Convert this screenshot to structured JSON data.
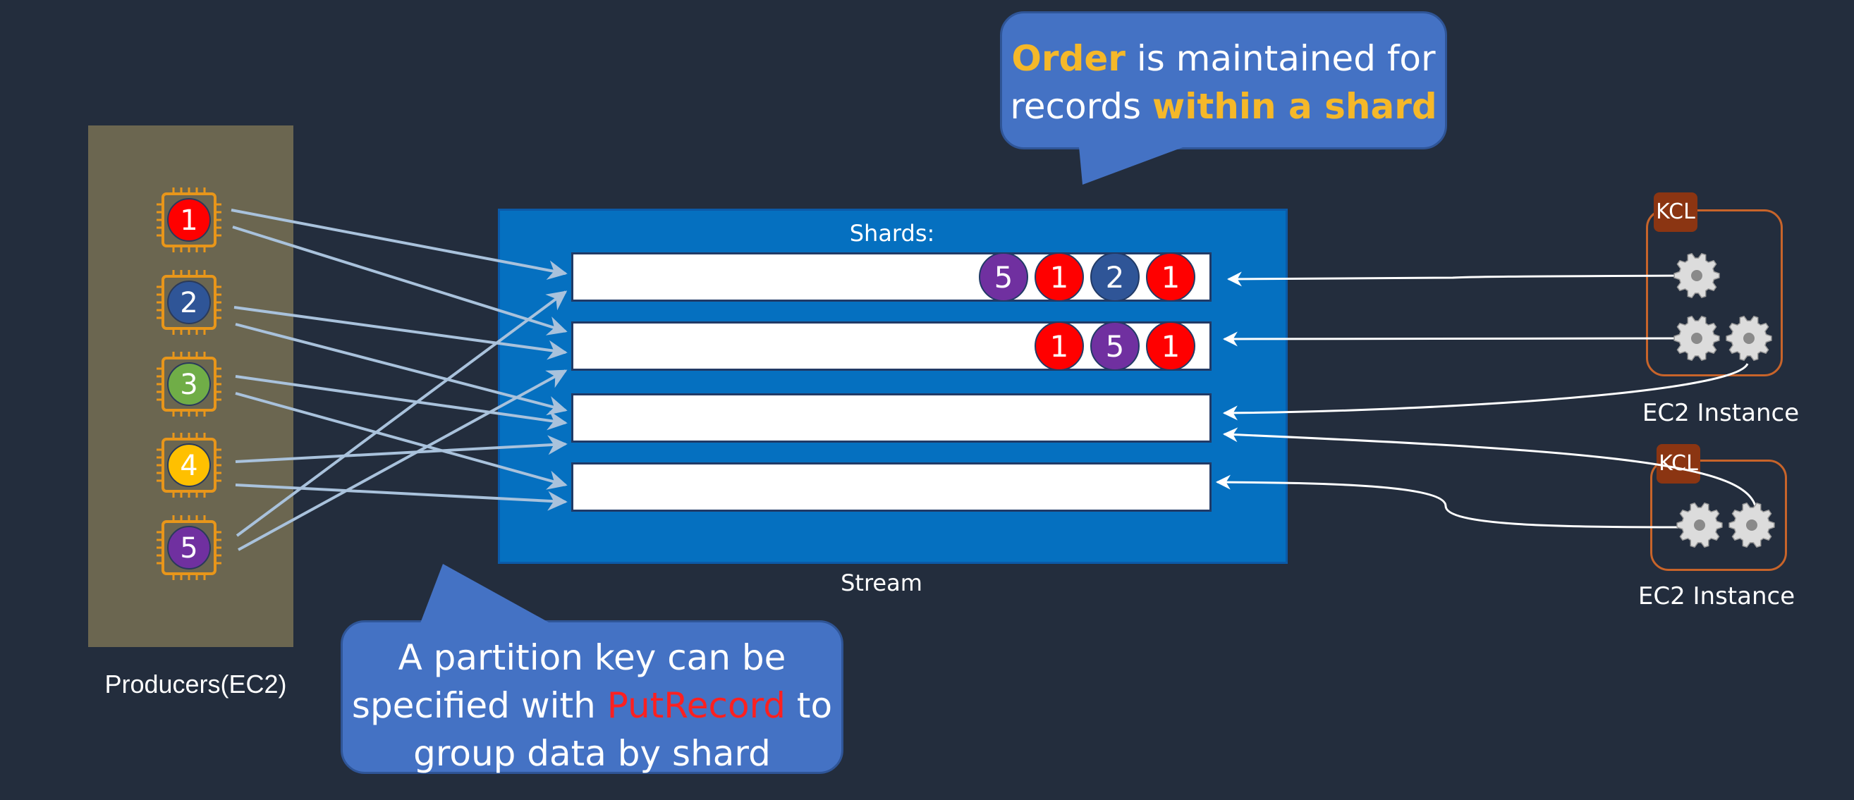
{
  "producers": {
    "label": "Producers(EC2)",
    "chips": [
      {
        "label": "1",
        "color": "#ff0000"
      },
      {
        "label": "2",
        "color": "#2f5597"
      },
      {
        "label": "3",
        "color": "#70ad47"
      },
      {
        "label": "4",
        "color": "#ffc000"
      },
      {
        "label": "5",
        "color": "#7030a0"
      }
    ],
    "chip_icon": "cpu-chip-icon"
  },
  "stream": {
    "title": "Shards:",
    "label": "Stream",
    "shards": [
      {
        "records": [
          "5",
          "1",
          "2",
          "1"
        ]
      },
      {
        "records": [
          "1",
          "5",
          "1"
        ]
      },
      {
        "records": []
      },
      {
        "records": []
      }
    ]
  },
  "record_colors": {
    "1": "#ff0000",
    "2": "#2f5597",
    "5": "#7030a0"
  },
  "callout_order": {
    "part1": "Order",
    "part2": " is maintained for",
    "part3": "records ",
    "part4": "within a shard"
  },
  "callout_partition": {
    "line1": "A partition key can be",
    "part2a": "specified with ",
    "part2b": "PutRecord",
    "part2c": " to",
    "line3": "group data by shard"
  },
  "consumers": [
    {
      "kcl": "KCL",
      "label": "EC2 Instance",
      "gear_icon": "gear-icon"
    },
    {
      "kcl": "KCL",
      "label": "EC2 Instance",
      "gear_icon": "gear-icon"
    }
  ]
}
